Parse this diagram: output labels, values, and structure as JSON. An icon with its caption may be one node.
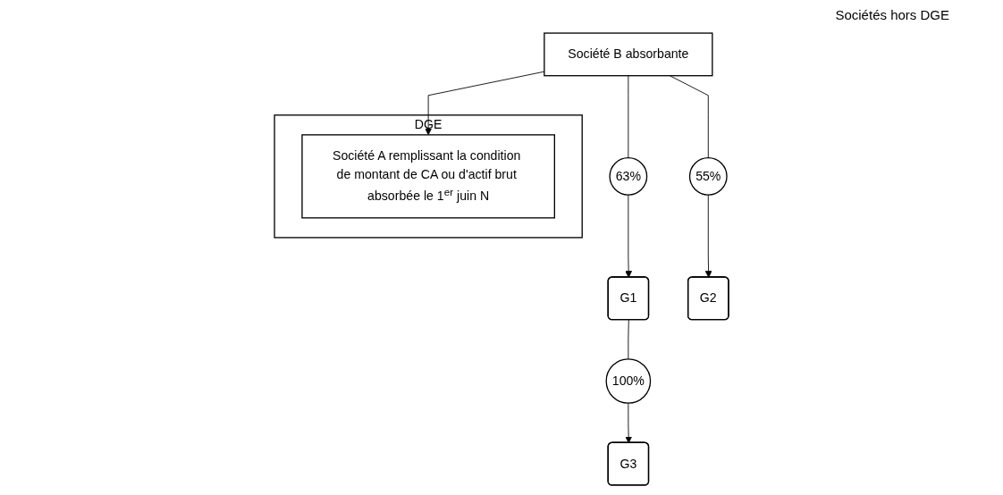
{
  "diagram": {
    "nodes": [
      {
        "text": [
          "DGE"
        ]
      },
      {
        "text": [
          "Société A remplissant la condition de montant de CA ou d'actif brut absorbée le 1$^{er}$ juin N"
        ],
        "in": 0
      },
      {
        "text": [
          "Société B absorbante"
        ]
      },
      {
        "text": [
          "63%"
        ]
      },
      {
        "text": [
          "55%"
        ]
      },
      {
        "text": [
          "G1"
        ]
      },
      {
        "text": [
          "G2"
        ]
      },
      {
        "text": [
          "100%"
        ]
      },
      {
        "text": [
          "G3"
        ]
      }
    ],
    "edges": [
      {
        "from": 2,
        "to": 1,
        "arrow": "to"
      },
      {
        "from": 2,
        "to": 3,
        "arrow": "none"
      },
      {
        "from": 3,
        "to": 5,
        "arrow": "to"
      },
      {
        "from": 2,
        "to": 4,
        "arrow": "none"
      },
      {
        "from": 4,
        "to": 6,
        "arrow": "to"
      },
      {
        "from": 5,
        "to": 7,
        "arrow": "none"
      },
      {
        "from": 7,
        "to": 8,
        "arrow": "to"
      }
    ],
    "labels": [
      "Sociétés hors DGE"
    ]
  }
}
